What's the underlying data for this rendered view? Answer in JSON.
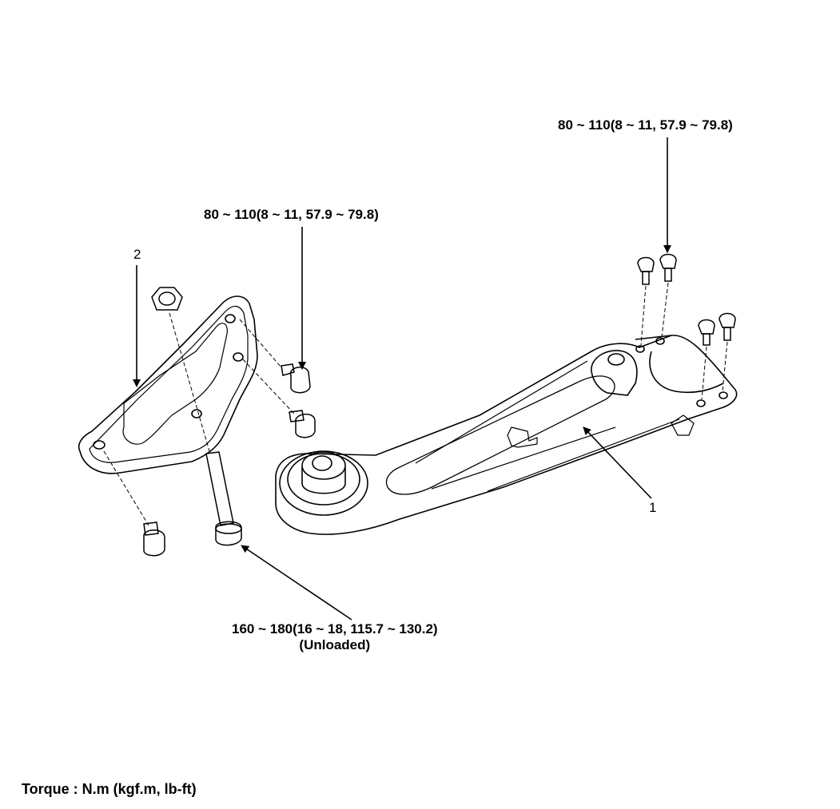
{
  "labels": {
    "torque_top_right": "80 ~ 110(8 ~ 11, 57.9 ~ 79.8)",
    "torque_top_left": "80 ~ 110(8 ~ 11, 57.9 ~ 79.8)",
    "torque_bottom_value": "160 ~ 180(16 ~ 18, 115.7 ~ 130.2)",
    "torque_bottom_note": "(Unloaded)",
    "torque_units": "Torque : N.m (kgf.m, lb-ft)"
  },
  "callouts": {
    "part_1": "1",
    "part_2": "2"
  },
  "parts": [
    "lower-arm",
    "bracket",
    "bolts",
    "nut"
  ]
}
